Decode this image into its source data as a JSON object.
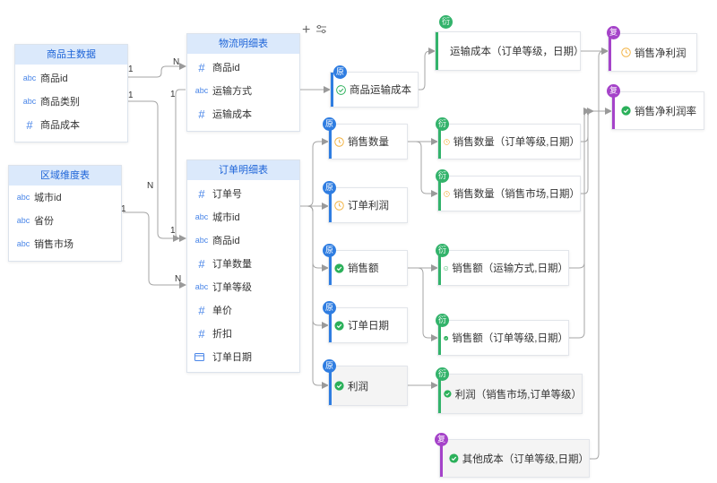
{
  "toolbar": {
    "add_icon": "plus-icon",
    "settings_icon": "adjust-icon"
  },
  "colors": {
    "source": "#2f7de1",
    "derived": "#33b36b",
    "compound": "#a543c9",
    "done": "#2bb05a",
    "pending": "#f2b13e",
    "head_bg": "#dbe9fb",
    "head_text": "#1d64d8"
  },
  "badges": {
    "source": "原",
    "derived": "衍",
    "compound": "复"
  },
  "tables": {
    "product": {
      "title": "商品主数据",
      "fields": [
        {
          "type": "abc",
          "name": "商品id"
        },
        {
          "type": "abc",
          "name": "商品类别"
        },
        {
          "type": "#",
          "name": "商品成本"
        }
      ]
    },
    "region": {
      "title": "区域维度表",
      "fields": [
        {
          "type": "abc",
          "name": "城市id"
        },
        {
          "type": "abc",
          "name": "省份"
        },
        {
          "type": "abc",
          "name": "销售市场"
        }
      ]
    },
    "logistics": {
      "title": "物流明细表",
      "fields": [
        {
          "type": "#",
          "name": "商品id"
        },
        {
          "type": "abc",
          "name": "运输方式"
        },
        {
          "type": "#",
          "name": "运输成本"
        }
      ]
    },
    "order": {
      "title": "订单明细表",
      "fields": [
        {
          "type": "#",
          "name": "订单号"
        },
        {
          "type": "abc",
          "name": "城市id"
        },
        {
          "type": "abc",
          "name": "商品id"
        },
        {
          "type": "#",
          "name": "订单数量"
        },
        {
          "type": "abc",
          "name": "订单等级"
        },
        {
          "type": "#",
          "name": "单价"
        },
        {
          "type": "#",
          "name": "折扣"
        },
        {
          "type": "cal",
          "name": "订单日期"
        }
      ]
    }
  },
  "edge_labels": {
    "one": "1",
    "many": "N"
  },
  "nodes": {
    "ship_cost": {
      "label": "商品运输成本"
    },
    "sales_qty": {
      "label": "销售数量"
    },
    "order_profit": {
      "label": "订单利润"
    },
    "sales_amt": {
      "label": "销售额"
    },
    "order_date": {
      "label": "订单日期"
    },
    "profit": {
      "label": "利润"
    },
    "d_ship_cost": {
      "label": "运输成本（订单等级，日期）"
    },
    "d_qty_level": {
      "label": "销售数量（订单等级,日期）"
    },
    "d_qty_market": {
      "label": "销售数量（销售市场,日期）"
    },
    "d_amt_ship": {
      "label": "销售额（运输方式,日期）"
    },
    "d_amt_level": {
      "label": "销售额（订单等级,日期）"
    },
    "d_profit": {
      "label": "利润（销售市场,订单等级）"
    },
    "c_other_cost": {
      "label": "其他成本（订单等级,日期）"
    },
    "c_net_profit": {
      "label": "销售净利润"
    },
    "c_net_rate": {
      "label": "销售净利润率"
    }
  }
}
